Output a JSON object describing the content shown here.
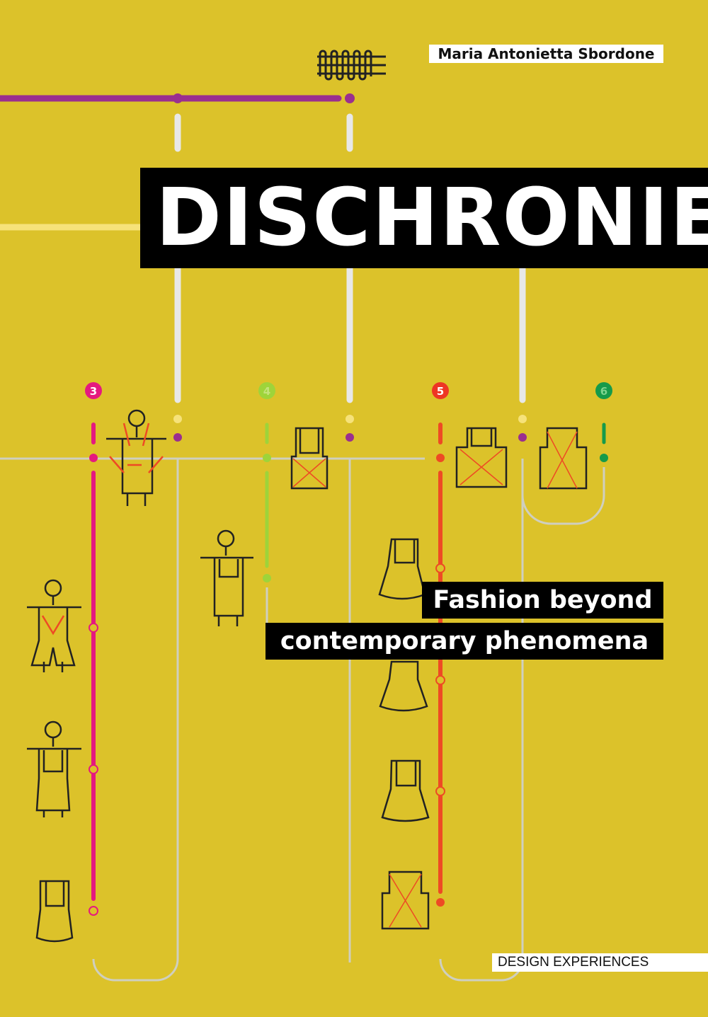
{
  "cover": {
    "author": "Maria Antonietta Sbordone",
    "title": "DISCHRONIE",
    "subtitle_line1": "Fashion beyond",
    "subtitle_line2": "contemporary phenomena",
    "series": "DESIGN EXPERIENCES"
  },
  "lines": [
    {
      "number": "3",
      "color": "#e5197f"
    },
    {
      "number": "4",
      "color": "#9ed43a"
    },
    {
      "number": "5",
      "color": "#ee4a24"
    },
    {
      "number": "6",
      "color": "#169a4a"
    }
  ],
  "colors": {
    "background": "#dcc22a",
    "purple": "#9a2f8f",
    "pale_yellow": "#f6e27a",
    "white_line": "#e8e8e8",
    "gray_route": "#cfcfbf"
  }
}
